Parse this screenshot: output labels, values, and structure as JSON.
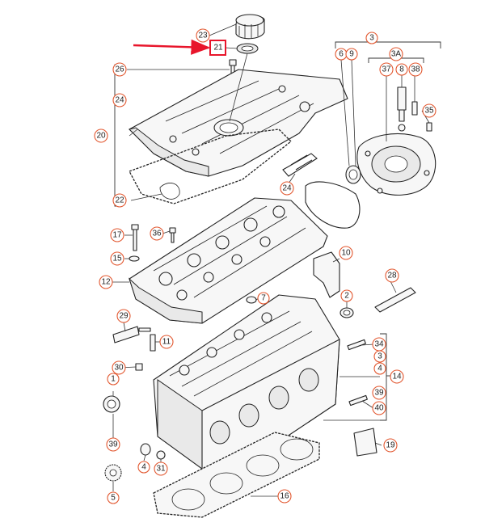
{
  "diagram": {
    "accent_color": "#e2572f",
    "highlight_color": "#e8152b",
    "callouts": [
      {
        "id": "c23",
        "label": "23"
      },
      {
        "id": "c21",
        "label": "21",
        "highlighted": true
      },
      {
        "id": "c26",
        "label": "26"
      },
      {
        "id": "c24a",
        "label": "24"
      },
      {
        "id": "c20",
        "label": "20"
      },
      {
        "id": "c22",
        "label": "22"
      },
      {
        "id": "c24b",
        "label": "24"
      },
      {
        "id": "c3",
        "label": "3"
      },
      {
        "id": "c6",
        "label": "6"
      },
      {
        "id": "c9",
        "label": "9"
      },
      {
        "id": "c3A",
        "label": "3A"
      },
      {
        "id": "c37",
        "label": "37"
      },
      {
        "id": "c8",
        "label": "8"
      },
      {
        "id": "c38",
        "label": "38"
      },
      {
        "id": "c35",
        "label": "35"
      },
      {
        "id": "c17",
        "label": "17"
      },
      {
        "id": "c36",
        "label": "36"
      },
      {
        "id": "c15",
        "label": "15"
      },
      {
        "id": "c12",
        "label": "12"
      },
      {
        "id": "c10",
        "label": "10"
      },
      {
        "id": "c7",
        "label": "7"
      },
      {
        "id": "c2",
        "label": "2"
      },
      {
        "id": "c28",
        "label": "28"
      },
      {
        "id": "c29",
        "label": "29"
      },
      {
        "id": "c11",
        "label": "11"
      },
      {
        "id": "c34",
        "label": "34"
      },
      {
        "id": "c3b",
        "label": "3"
      },
      {
        "id": "c4b",
        "label": "4"
      },
      {
        "id": "c14",
        "label": "14"
      },
      {
        "id": "c30",
        "label": "30"
      },
      {
        "id": "c1",
        "label": "1"
      },
      {
        "id": "c39a",
        "label": "39"
      },
      {
        "id": "c40",
        "label": "40"
      },
      {
        "id": "c39b",
        "label": "39"
      },
      {
        "id": "c4",
        "label": "4"
      },
      {
        "id": "c31",
        "label": "31"
      },
      {
        "id": "c19",
        "label": "19"
      },
      {
        "id": "c5",
        "label": "5"
      },
      {
        "id": "c16",
        "label": "16"
      }
    ]
  }
}
